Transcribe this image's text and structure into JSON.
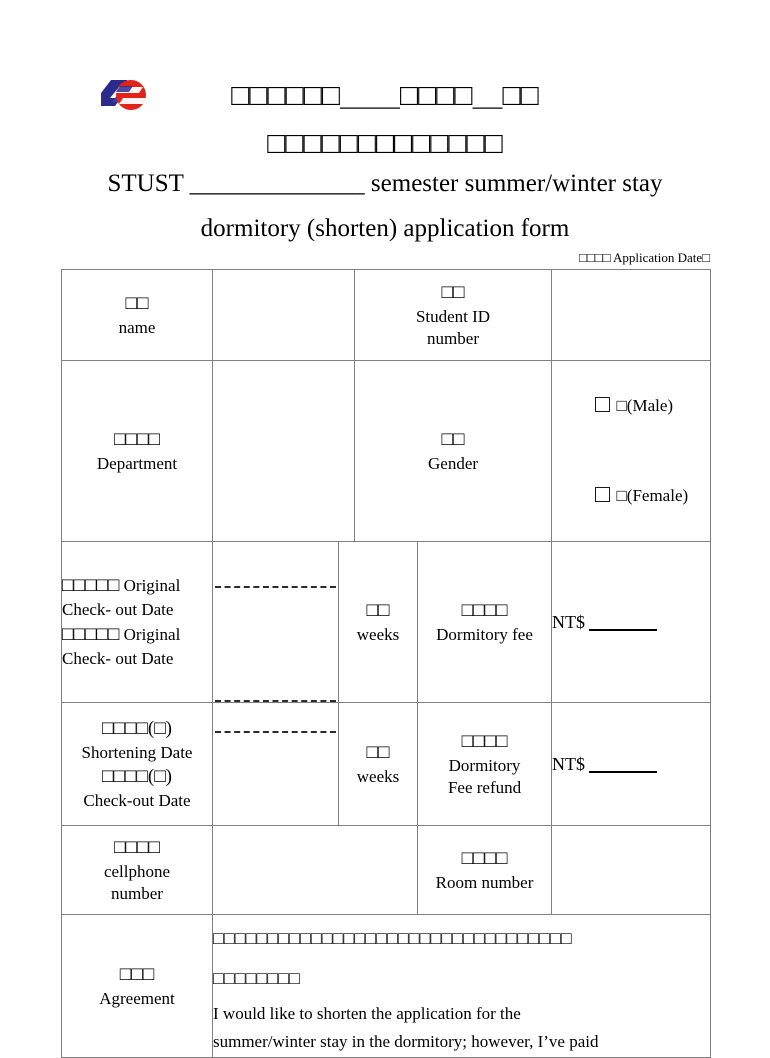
{
  "document": {
    "title_cjk_line1": "□□□□□□＿＿□□□□＿□□",
    "title_cjk_line2": "□□□□□□□□□□□□□",
    "title_en_line1": "STUST ______________ semester summer/winter stay",
    "title_en_line2": "dormitory (shorten) application form",
    "application_date_label": "□□□□ Application Date□"
  },
  "logo": {
    "name": "stust-emblem",
    "color_navy": "#2B2B8C",
    "color_red": "#E2231A"
  },
  "table": {
    "rows": {
      "name": {
        "label_cjk": "□□",
        "label_en": "name",
        "value": "",
        "student_id_label_cjk": "□□",
        "student_id_label_en1": "Student ID",
        "student_id_label_en2": "number",
        "student_id_value": ""
      },
      "department": {
        "label_cjk": "□□□□",
        "label_en": "Department",
        "value": "",
        "gender_label_cjk": "□□",
        "gender_label_en": "Gender",
        "gender_option_male": "□(Male)",
        "gender_option_female": "□(Female)"
      },
      "original": {
        "label_cjk_1": "□□□□□",
        "label_en_1a": "Original Check-",
        "label_en_1b": "out Date",
        "label_cjk_2": "□□□□□",
        "label_en_2a": "Original Check-",
        "label_en_2b": "out Date",
        "date_value": "",
        "weeks_cjk": "□□",
        "weeks_en": "weeks",
        "weeks_value": "",
        "spacer_value": "",
        "fee_label_cjk": "□□□□",
        "fee_label_en": "Dormitory fee",
        "fee_value": "NT$",
        "fee_blank": ""
      },
      "shortening": {
        "label_cjk_1": "□□□□(□)",
        "label_en_1": "Shortening Date",
        "label_cjk_2": "□□□□(□)",
        "label_en_2": "Check-out Date",
        "date_value": "",
        "weeks_cjk": "□□",
        "weeks_en": "weeks",
        "weeks_value": "",
        "spacer_value": "",
        "refund_label_cjk": "□□□□",
        "refund_label_en1": "Dormitory",
        "refund_label_en2": "Fee refund",
        "refund_value": "NT$",
        "refund_blank": ""
      },
      "contact": {
        "cellphone_label_cjk": "□□□□",
        "cellphone_label_en1": "cellphone",
        "cellphone_label_en2": "number",
        "cellphone_value": "",
        "room_label_cjk": "□□□□",
        "room_label_en": "Room number",
        "room_value": ""
      },
      "agreement": {
        "label_cjk": "□□□",
        "label_en": "Agreement",
        "text_cjk_line1": "□□□□□□□□□□□□□□□□□□□□□□□□□□□□□□□□□",
        "text_cjk_line2": "□□□□□□□□",
        "text_en_line1": "I would like to shorten the application for the",
        "text_en_line2": "summer/winter stay in the dormitory; however, I’ve paid"
      }
    }
  }
}
